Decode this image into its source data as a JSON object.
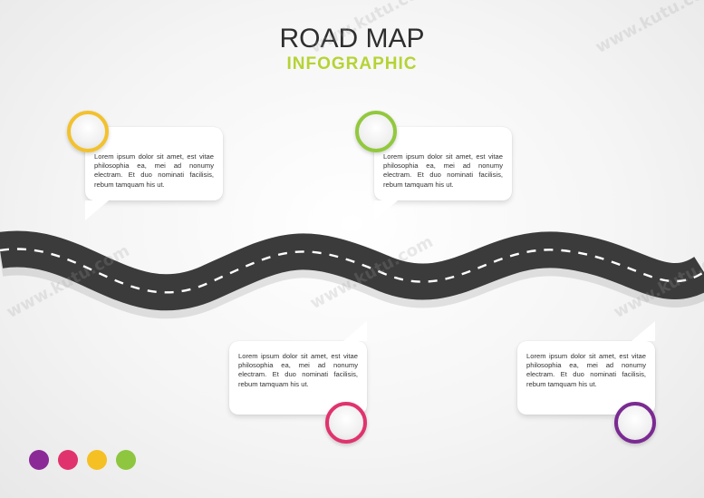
{
  "title": "ROAD MAP",
  "subtitle": "INFOGRAPHIC",
  "colors": {
    "title": "#2e2e2e",
    "subtitle": "#b5d334",
    "road": "#3b3b3b",
    "road_dash": "#ffffff"
  },
  "steps": [
    {
      "color": "#f2c12e",
      "text": "Lorem ipsum dolor sit amet, est vitae philosophia ea, mei ad nonumy electram. Et duo nominati facilisis, rebum tamquam his ut."
    },
    {
      "color": "#92c83e",
      "text": "Lorem ipsum dolor sit amet, est vitae philosophia ea, mei ad nonumy electram. Et duo nominati facilisis, rebum tamquam his ut."
    },
    {
      "color": "#e0336e",
      "text": "Lorem ipsum dolor sit amet, est vitae philosophia ea, mei ad nonumy electram. Et duo nominati facilisis, rebum tamquam his ut."
    },
    {
      "color": "#7b2a92",
      "text": "Lorem ipsum dolor sit amet, est vitae philosophia ea, mei ad nonumy electram. Et duo nominati facilisis, rebum tamquam his ut."
    }
  ],
  "legend_colors": [
    "#8b2a96",
    "#e0336e",
    "#f5c024",
    "#8ec640"
  ],
  "watermark": "www.kutu.com"
}
